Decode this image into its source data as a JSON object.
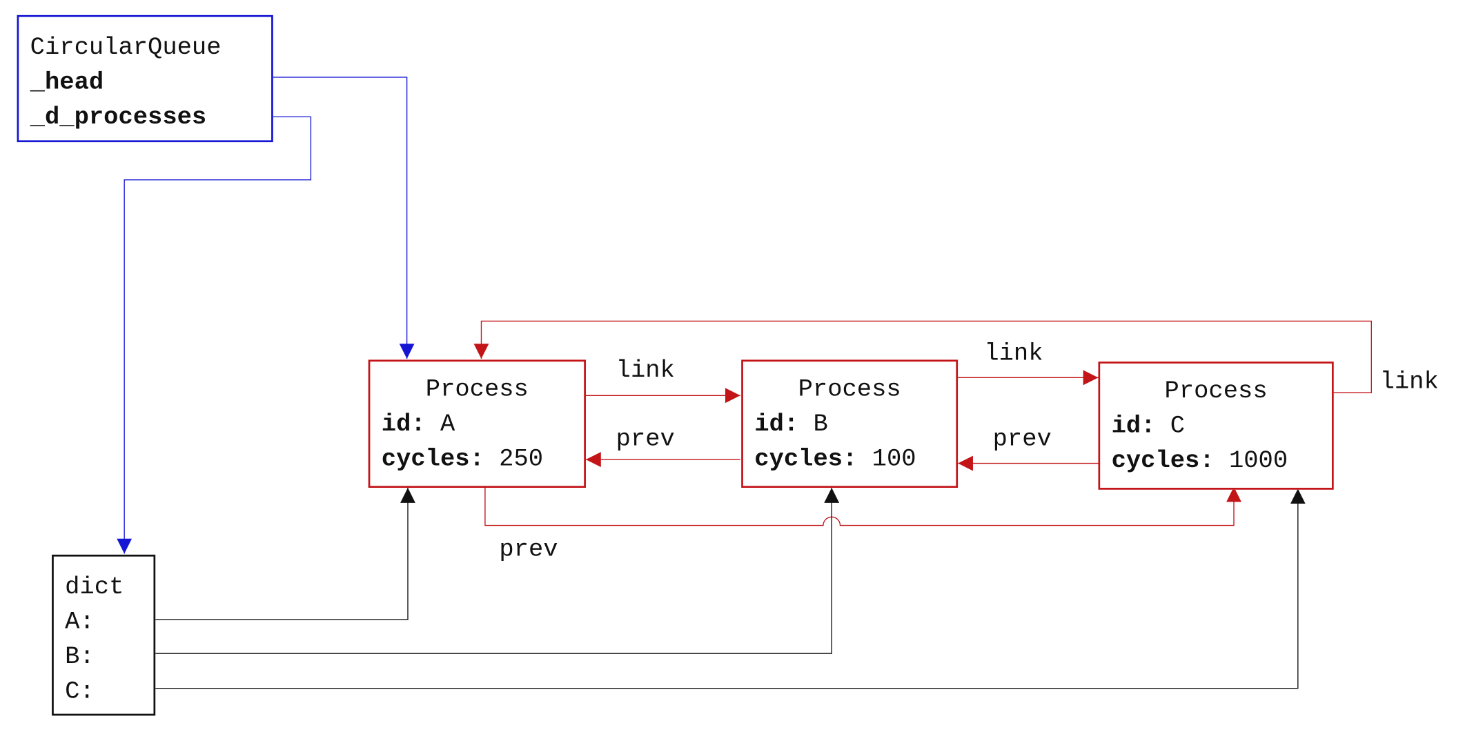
{
  "queue": {
    "title": "CircularQueue",
    "fields": [
      "_head",
      "_d_processes"
    ]
  },
  "dict": {
    "title": "dict",
    "keys": [
      "A:",
      "B:",
      "C:"
    ]
  },
  "processes": [
    {
      "title": "Process",
      "id_label": "id:",
      "id_value": " A",
      "cycles_label": "cycles:",
      "cycles_value": " 250"
    },
    {
      "title": "Process",
      "id_label": "id:",
      "id_value": " B",
      "cycles_label": "cycles:",
      "cycles_value": " 100"
    },
    {
      "title": "Process",
      "id_label": "id:",
      "id_value": " C",
      "cycles_label": "cycles:",
      "cycles_value": " 1000"
    }
  ],
  "edge_labels": {
    "link_ab": "link",
    "link_bc": "link",
    "link_ca": "link",
    "prev_ba": "prev",
    "prev_cb": "prev",
    "prev_ac": "prev"
  },
  "colors": {
    "queue_edges": "#1515d4",
    "process_edges": "#c31418",
    "dict_edges": "#111111"
  }
}
